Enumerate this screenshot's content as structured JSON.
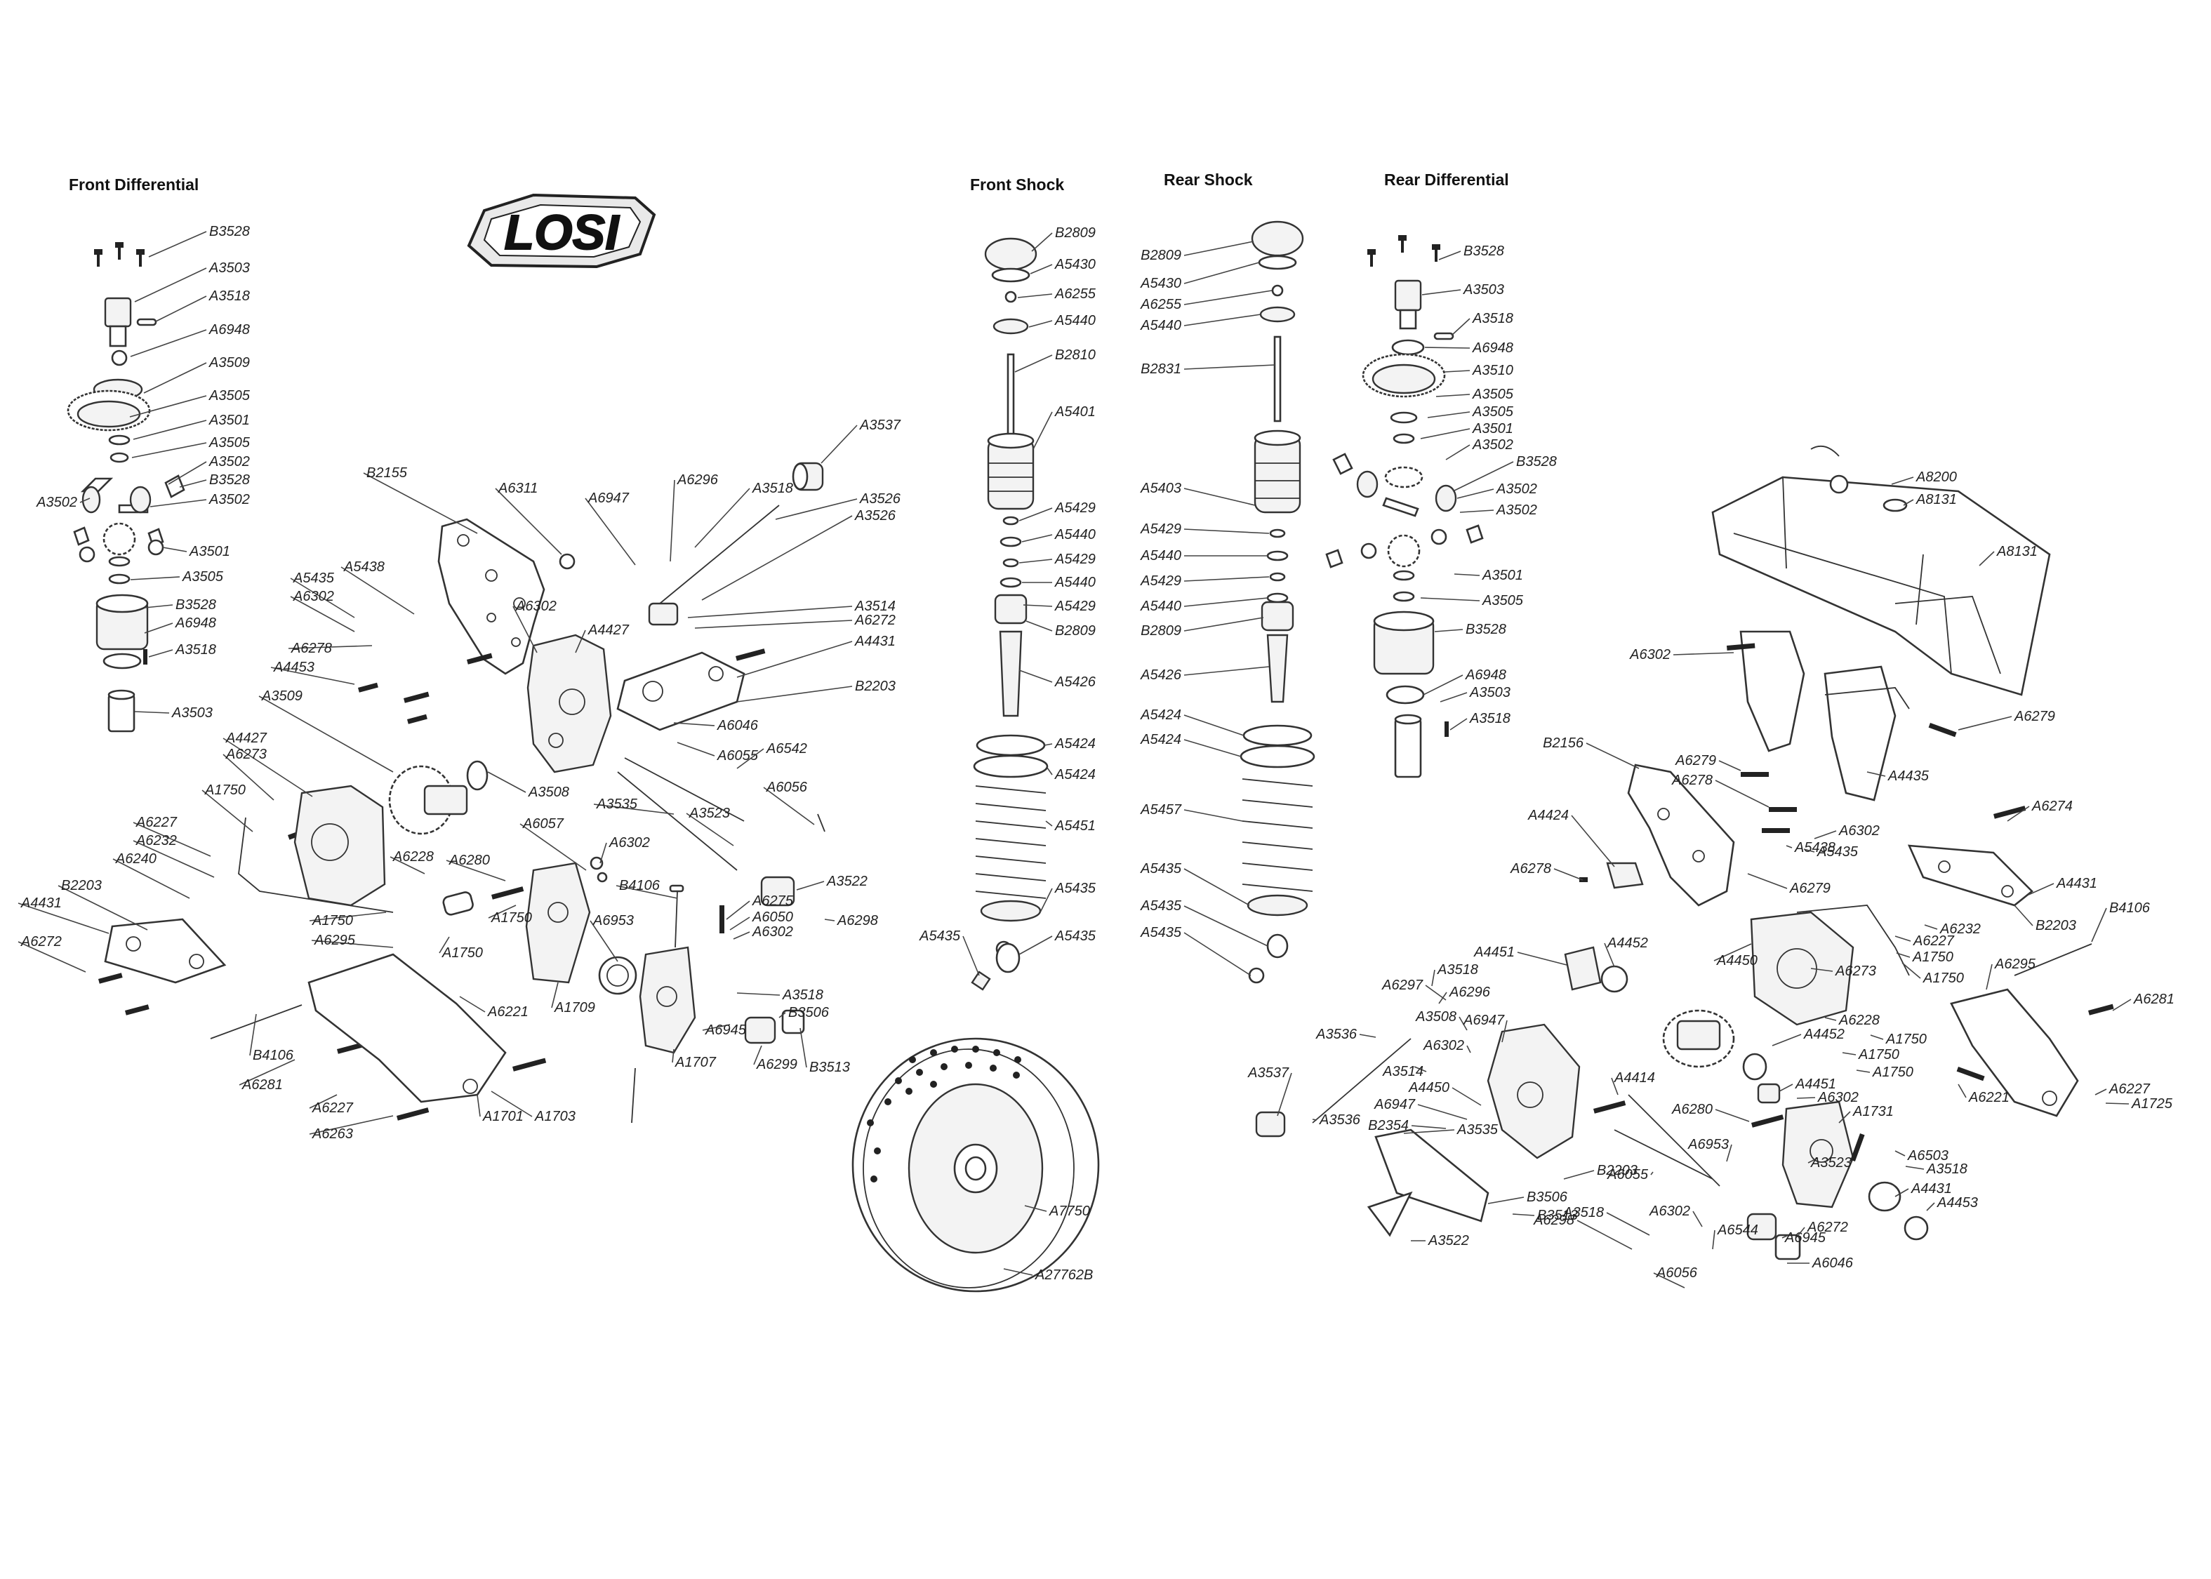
{
  "section_titles": {
    "front_diff": "Front Differential",
    "front_shock": "Front Shock",
    "rear_shock": "Rear Shock",
    "rear_diff": "Rear Differential"
  },
  "brand": "LOSI",
  "parts": {
    "fd": [
      "B3528",
      "A3503",
      "A3518",
      "A6948",
      "A3509",
      "A3505",
      "A3501",
      "A3505",
      "A3502",
      "B3528",
      "A3502",
      "A3502",
      "A3501",
      "A3505",
      "B3528",
      "A6948",
      "A3518",
      "A3503"
    ],
    "fc": [
      "B2155",
      "A6311",
      "A6947",
      "A6296",
      "A3518",
      "A3537",
      "A3526",
      "A3526",
      "A5438",
      "A5435",
      "A6302",
      "A6302",
      "A4427",
      "A3514",
      "A6272",
      "A4431",
      "A6278",
      "A4453",
      "A3509",
      "B2203",
      "A6046",
      "A6055",
      "A6542",
      "A4427",
      "A6273",
      "A1750",
      "A3508",
      "A6056",
      "A3535",
      "A3523",
      "A6057",
      "A6302",
      "A6227",
      "A6232",
      "A6240",
      "B2203",
      "A6228",
      "A6280",
      "A4431",
      "A6272",
      "A1750",
      "A6295",
      "A1750",
      "A1750",
      "B4106",
      "A3522",
      "A6298",
      "A6275",
      "A6050",
      "A6302",
      "A6953",
      "A3518",
      "B3506",
      "A6945",
      "A6221",
      "A1709",
      "A1707",
      "A6299",
      "B3513",
      "B4106",
      "A6281",
      "A6227",
      "A6263",
      "A1701",
      "A1703"
    ],
    "fs": [
      "B2809",
      "A5430",
      "A6255",
      "A5440",
      "B2810",
      "A5401",
      "A5429",
      "A5440",
      "A5429",
      "A5440",
      "A5429",
      "B2809",
      "A5426",
      "A5424",
      "A5424",
      "A5451",
      "A5435",
      "A5435",
      "A5435"
    ],
    "rs": [
      "B2809",
      "A5430",
      "A6255",
      "A5440",
      "B2831",
      "A5403",
      "A5429",
      "A5440",
      "A5429",
      "A5440",
      "B2809",
      "A5426",
      "A5424",
      "A5424",
      "A5457",
      "A5435",
      "A5435",
      "A5435"
    ],
    "rd": [
      "B3528",
      "A3503",
      "A3518",
      "A6948",
      "A3510",
      "A3505",
      "A3505",
      "A3501",
      "A3502",
      "B3528",
      "A3502",
      "A3502",
      "A3501",
      "A3505",
      "B3528",
      "A6948",
      "A3503",
      "A3518"
    ],
    "wing": [
      "A8200",
      "A8131",
      "A8131",
      "A6302",
      "A6279"
    ],
    "rc": [
      "B2156",
      "A6279",
      "A6278",
      "A4435",
      "A6274",
      "A4424",
      "A6302",
      "A5438",
      "A5435",
      "A6278",
      "A6279",
      "A4431",
      "A6232",
      "A6227",
      "A1750",
      "B2203",
      "B4106",
      "A4451",
      "A4452",
      "A4450",
      "A6273",
      "A1750",
      "A6295",
      "A6297",
      "A3518",
      "A6296",
      "A6228",
      "A3508",
      "A1750",
      "A6281",
      "A3536",
      "A6302",
      "A6947",
      "A4452",
      "A1750",
      "A1750",
      "A3514",
      "A4451",
      "A6302",
      "A6221",
      "A6227",
      "A1725",
      "A3537",
      "A3536",
      "A4450",
      "A6947",
      "A4414",
      "A1731",
      "B2354",
      "A3535",
      "A6280",
      "A6503",
      "A6953",
      "A3518",
      "A6055",
      "A3523",
      "B2203",
      "B3506",
      "A4431",
      "A4453",
      "B3513",
      "A6544",
      "A3518",
      "A6302",
      "A6945",
      "A6272",
      "A3522",
      "A6298",
      "A6046",
      "A6056"
    ],
    "wheel": [
      "A7750",
      "A27762B"
    ]
  }
}
